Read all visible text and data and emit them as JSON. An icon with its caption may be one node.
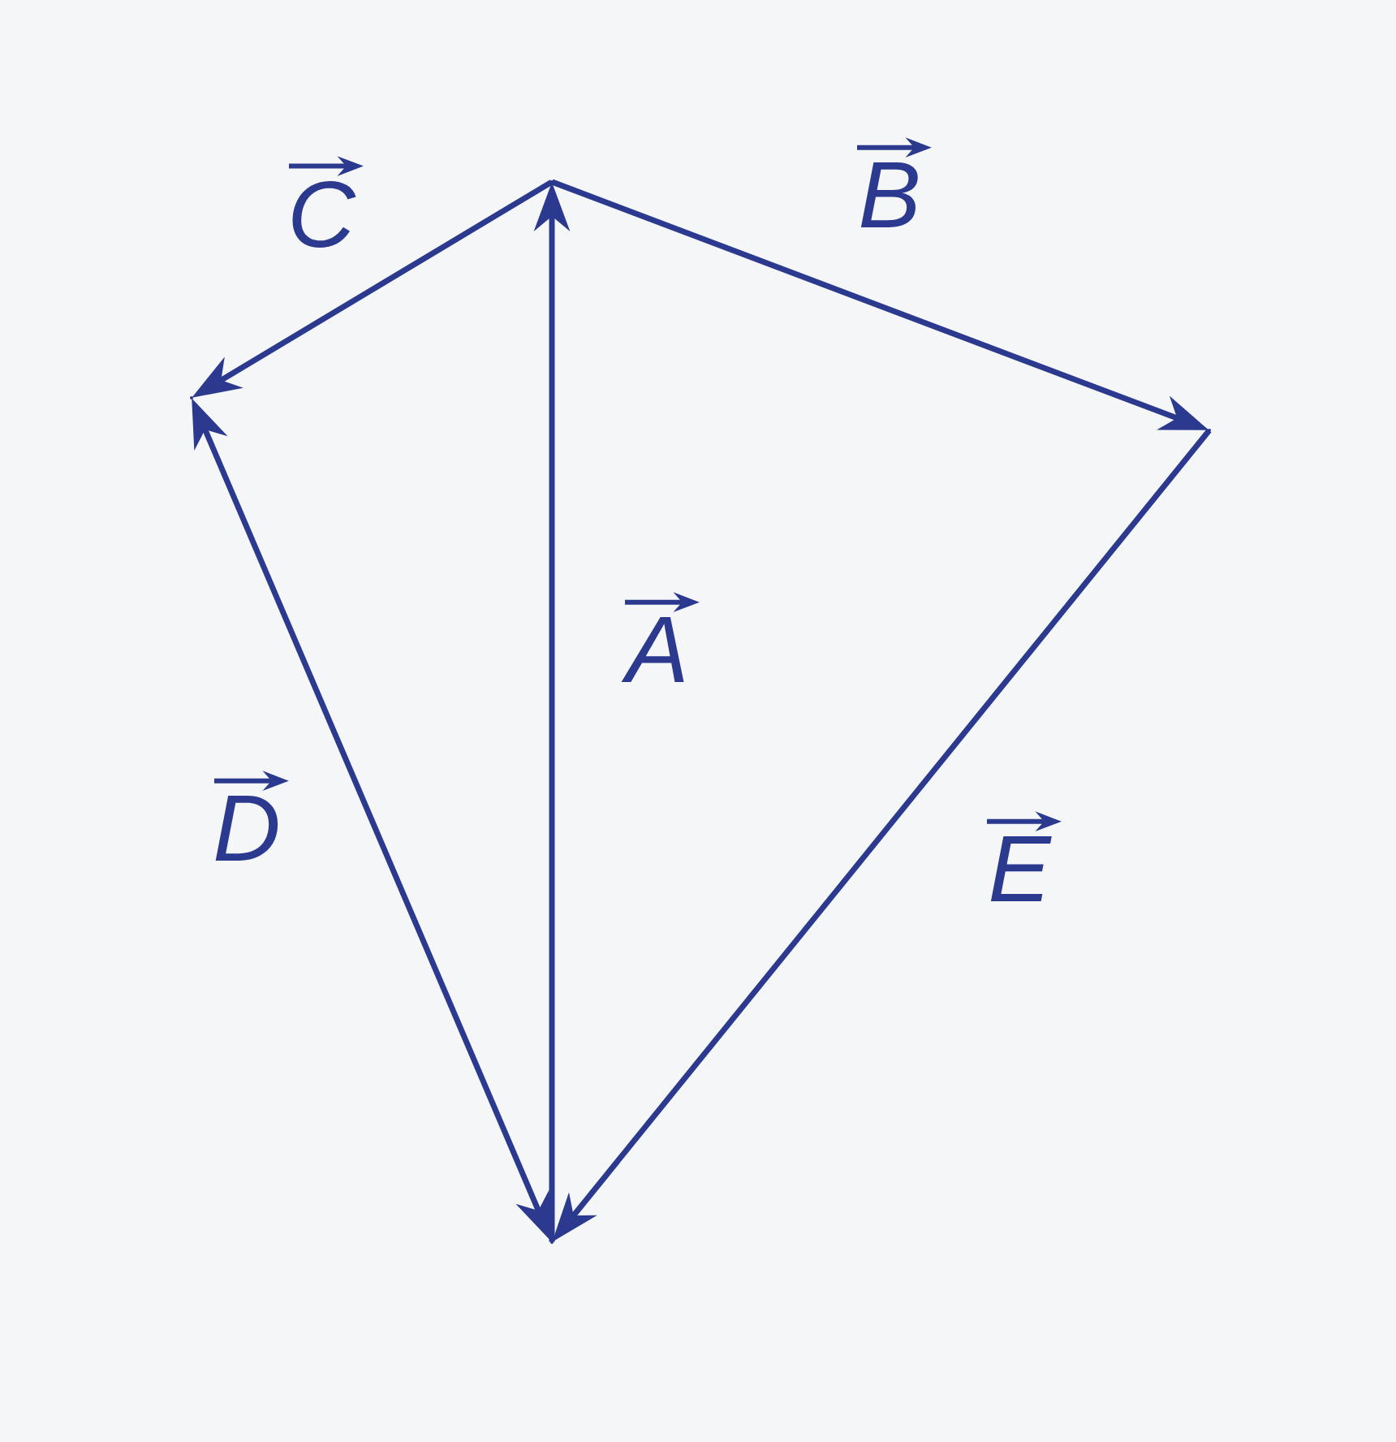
{
  "diagram": {
    "nodes": [
      {
        "text": [],
        "shape": "point"
      },
      {
        "text": [],
        "shape": "point"
      },
      {
        "text": [],
        "shape": "point"
      },
      {
        "text": [],
        "shape": "point"
      }
    ],
    "edges": [
      {
        "from": 3,
        "to": 0,
        "arrow": "to",
        "label": "A"
      },
      {
        "from": 0,
        "to": 2,
        "arrow": "to",
        "label": "B"
      },
      {
        "from": 0,
        "to": 1,
        "arrow": "to",
        "label": "C"
      },
      {
        "from": 1,
        "to": 3,
        "arrow": "both",
        "label": "D"
      },
      {
        "from": 2,
        "to": 3,
        "arrow": "to",
        "label": "E"
      }
    ]
  }
}
